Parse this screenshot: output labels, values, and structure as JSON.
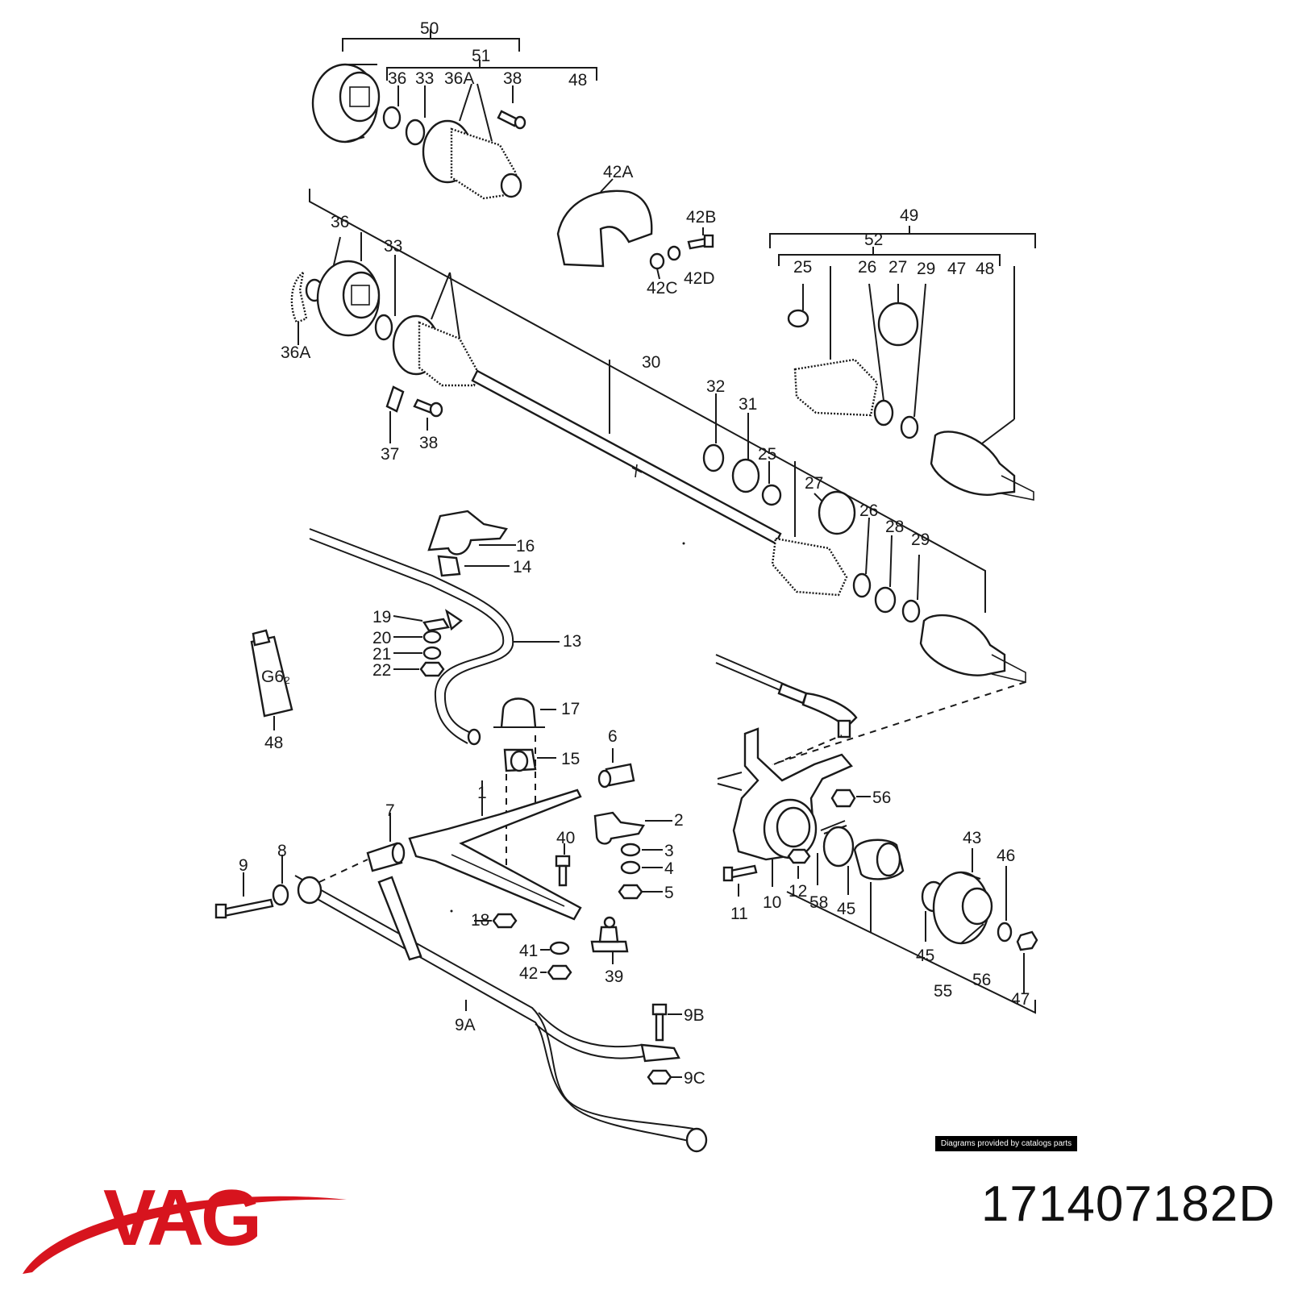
{
  "diagram": {
    "callouts": [
      "50",
      "51",
      "36",
      "33",
      "36A",
      "38",
      "48",
      "42A",
      "42B",
      "42C",
      "42D",
      "49",
      "52",
      "25",
      "26",
      "27",
      "29",
      "47",
      "48",
      "36",
      "33",
      "36A",
      "30",
      "32",
      "31",
      "25",
      "37",
      "38",
      "27",
      "26",
      "28",
      "29",
      "16",
      "14",
      "19",
      "20",
      "21",
      "22",
      "13",
      "48",
      "17",
      "15",
      "6",
      "1",
      "2",
      "3",
      "4",
      "5",
      "7",
      "9",
      "8",
      "40",
      "18",
      "41",
      "42",
      "39",
      "9A",
      "9B",
      "9C",
      "56",
      "11",
      "10",
      "12",
      "58",
      "45",
      "43",
      "46",
      "45",
      "55",
      "56",
      "47"
    ],
    "tube_label": "G6₂"
  },
  "footer": {
    "credit": "Diagrams provided by catalogs parts",
    "brand": "VAG",
    "part_number": "171407182D"
  },
  "colors": {
    "brand_red": "#d7141e",
    "ink": "#1a1a1a"
  }
}
